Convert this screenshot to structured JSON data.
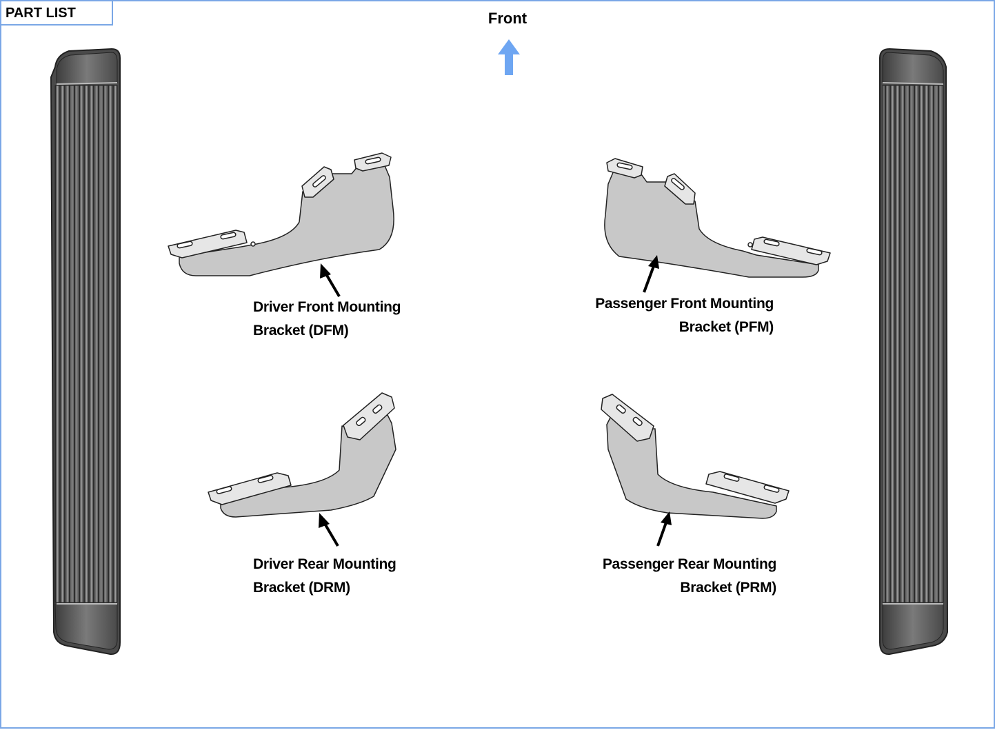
{
  "header": {
    "tab_label": "PART LIST",
    "front_label": "Front"
  },
  "colors": {
    "frame_border": "#7aa7e6",
    "front_arrow": "#6ea6f2",
    "bracket_fill": "#c8c8c8",
    "step_fill": "#5a5a5a"
  },
  "parts": {
    "dfm": {
      "line1": "Driver Front Mounting",
      "line2": "Bracket (DFM)"
    },
    "pfm": {
      "line1": "Passenger Front Mounting",
      "line2": "Bracket (PFM)"
    },
    "drm": {
      "line1": "Driver Rear Mounting",
      "line2": "Bracket (DRM)"
    },
    "prm": {
      "line1": "Passenger Rear Mounting",
      "line2": "Bracket (PRM)"
    }
  }
}
